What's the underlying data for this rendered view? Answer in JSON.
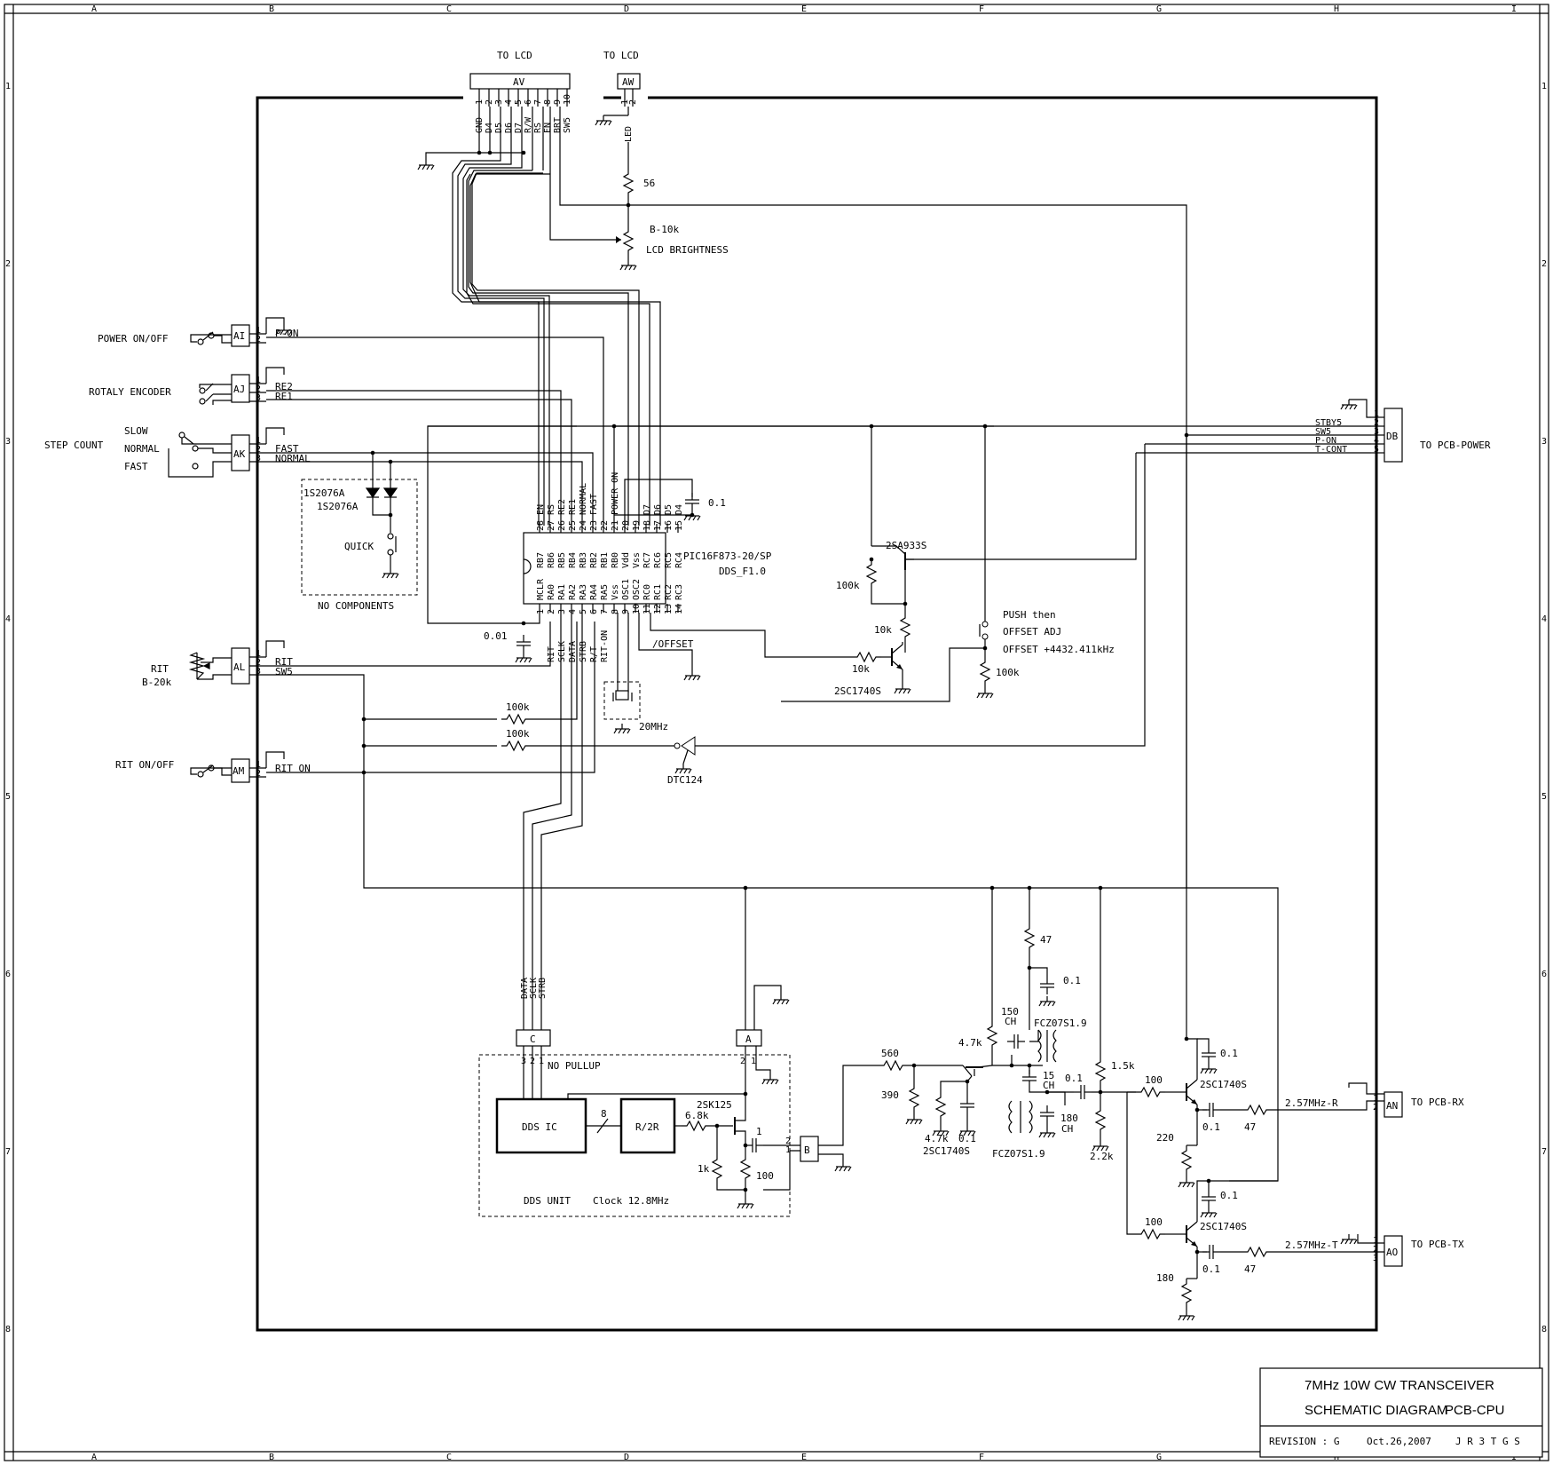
{
  "title_block": {
    "line1": "7MHz 10W CW TRANSCEIVER",
    "line2a": "SCHEMATIC DIAGRAM",
    "line2b": "PCB-CPU",
    "revision": "REVISION : G",
    "date": "Oct.26,2007",
    "author": "J R 3 T G S"
  },
  "grid": {
    "cols": [
      "A",
      "B",
      "C",
      "D",
      "E",
      "F",
      "G",
      "H",
      "I"
    ],
    "rows": [
      "1",
      "2",
      "3",
      "4",
      "5",
      "6",
      "7",
      "8"
    ]
  },
  "lcd": {
    "to_lcd_1": "TO LCD",
    "to_lcd_2": "TO LCD",
    "av": "AV",
    "aw": "AW",
    "av_pins": [
      "1",
      "2",
      "3",
      "4",
      "5",
      "6",
      "7",
      "8",
      "9",
      "10"
    ],
    "av_sigs": [
      "GND",
      "D4",
      "D5",
      "D6",
      "D7",
      "R/W",
      "RS",
      "EN",
      "BRT",
      "SW5"
    ],
    "aw_pins": [
      "1",
      "2"
    ],
    "aw_sig": "LED",
    "r56": "56",
    "pot": "B-10k",
    "pot_label": "LCD BRIGHTNESS"
  },
  "left": {
    "power": "POWER ON/OFF",
    "encoder": "ROTALY ENCODER",
    "step": "STEP COUNT",
    "slow": "SLOW",
    "normal": "NORMAL",
    "fast": "FAST",
    "rit": "RIT",
    "rit_pot": "B-20k",
    "rit_onoff": "RIT ON/OFF",
    "ai": "AI",
    "aj": "AJ",
    "ak": "AK",
    "al": "AL",
    "am": "AM",
    "ai_sig": "P-ON",
    "aj_sig2": "RE2",
    "aj_sig3": "RE1",
    "ak_sig2": "FAST",
    "ak_sig3": "NORMAL",
    "al_sig2": "RIT",
    "al_sig3": "SW5",
    "am_sig": "RIT ON"
  },
  "nocomp": {
    "d1": "1S2076A",
    "d2": "1S2076A",
    "quick": "QUICK",
    "label": "NO COMPONENTS"
  },
  "mcu": {
    "part": "PIC16F873-20/SP",
    "fw": "DDS_F1.0",
    "top_pins": [
      "RB7",
      "RB6",
      "RB5",
      "RB4",
      "RB3",
      "RB2",
      "RB1",
      "RB0",
      "Vdd",
      "Vss",
      "RC7",
      "RC6",
      "RC5",
      "RC4"
    ],
    "top_nums": [
      "28",
      "27",
      "26",
      "25",
      "24",
      "23",
      "22",
      "21",
      "20",
      "19",
      "18",
      "17",
      "16",
      "15"
    ],
    "top_sigs": [
      "EN",
      "RS",
      "RE2",
      "RE1",
      "NORMAL",
      "FAST",
      "",
      "POWER ON",
      "",
      "",
      "D7",
      "D6",
      "D5",
      "D4"
    ],
    "bot_pins": [
      "MCLR",
      "RA0",
      "RA1",
      "RA2",
      "RA3",
      "RA4",
      "RA5",
      "Vss",
      "OSC1",
      "OSC2",
      "RC0",
      "RC1",
      "RC2",
      "RC3"
    ],
    "bot_nums": [
      "1",
      "2",
      "3",
      "4",
      "5",
      "6",
      "7",
      "8",
      "9",
      "10",
      "11",
      "12",
      "13",
      "14"
    ],
    "bot_sigs": [
      "",
      "RIT",
      "SCLK",
      "DATA",
      "STRB",
      "R/T",
      "RIT-ON"
    ],
    "cap": "0.1",
    "cap2": "0.01",
    "offset": "/OFFSET",
    "xtal": "20MHz"
  },
  "right": {
    "db": "DB",
    "db_pins": [
      "1",
      "2",
      "3",
      "4",
      "5"
    ],
    "db_sigs": [
      "STBY5",
      "SW5",
      "P-ON",
      "T-CONT"
    ],
    "to_power": "TO PCB-POWER",
    "q1": "2SA933S",
    "r100k": "100k",
    "r10k_a": "10k",
    "r10k_b": "10k",
    "q2": "2SC1740S",
    "push1": "PUSH then",
    "push2": "OFFSET ADJ",
    "push3": "OFFSET +4432.411kHz",
    "r100k_b": "100k",
    "r100k_c": "100k",
    "r100k_d": "100k",
    "dtc": "DTC124"
  },
  "dds": {
    "c": "C",
    "a": "A",
    "b": "B",
    "c_sigs": [
      "DATA",
      "SCLK",
      "STRB"
    ],
    "c_pins": [
      "3",
      "2",
      "1"
    ],
    "a_pins": [
      "2",
      "1"
    ],
    "b_pins": [
      "2",
      "1"
    ],
    "nopull": "NO PULLUP",
    "ic": "DDS IC",
    "r2r": "R/2R",
    "bus": "8",
    "fet": "2SK125",
    "r68": "6.8k",
    "r1k": "1k",
    "r100": "100",
    "c1": "1",
    "unit": "DDS UNIT",
    "clock": "Clock 12.8MHz"
  },
  "rf": {
    "r560": "560",
    "r390": "390",
    "r47k": "4.7k",
    "r47k2": "4.7k",
    "c01a": "0.1",
    "q3": "2SC1740S",
    "c150": "150",
    "ch1": "CH",
    "t1": "FCZ07S1.9",
    "t2": "FCZ07S1.9",
    "r47": "47",
    "c01b": "0.1",
    "c15": "15",
    "ch2": "CH",
    "c180": "180",
    "ch3": "CH",
    "c01c": "0.1",
    "r15k": "1.5k",
    "r22k": "2.2k",
    "r100a": "100",
    "r100b": "100",
    "q4": "2SC1740S",
    "q5": "2SC1740S",
    "c01d": "0.1",
    "c01e": "0.1",
    "r220": "220",
    "r180": "180",
    "c01f": "0.1",
    "c01g": "0.1",
    "r47a": "47",
    "r47b": "47",
    "sig_r": "2.57MHz-R",
    "sig_t": "2.57MHz-T",
    "an": "AN",
    "ao": "AO",
    "to_rx": "TO PCB-RX",
    "to_tx": "TO PCB-TX",
    "an_pins": [
      "1",
      "2"
    ],
    "ao_pins": [
      "1",
      "2",
      "3"
    ]
  }
}
